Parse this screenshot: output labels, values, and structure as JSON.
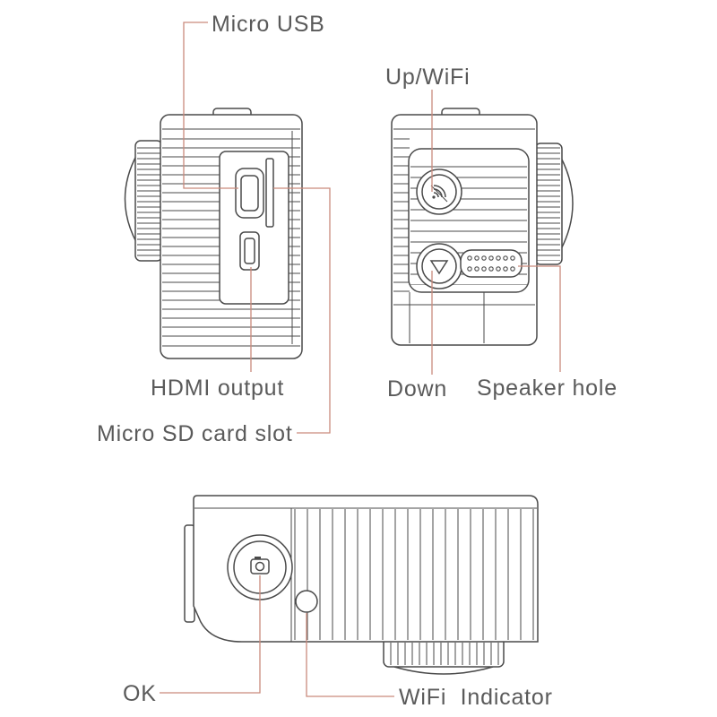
{
  "labels": {
    "micro_usb": "Micro USB",
    "up_wifi": "Up/WiFi",
    "hdmi_output": "HDMI output",
    "down": "Down",
    "speaker_hole": "Speaker hole",
    "micro_sd_card_slot": "Micro SD card slot",
    "ok": "OK",
    "wifi_indicator": "WiFi  Indicator"
  },
  "icons": {
    "up_button": "wifi-icon",
    "down_button": "down-triangle-icon",
    "ok_button": "camera-icon"
  },
  "colors": {
    "outline": "#4a4a4a",
    "leader": "#c98a7c",
    "label": "#5a5a5a",
    "background": "#ffffff"
  }
}
